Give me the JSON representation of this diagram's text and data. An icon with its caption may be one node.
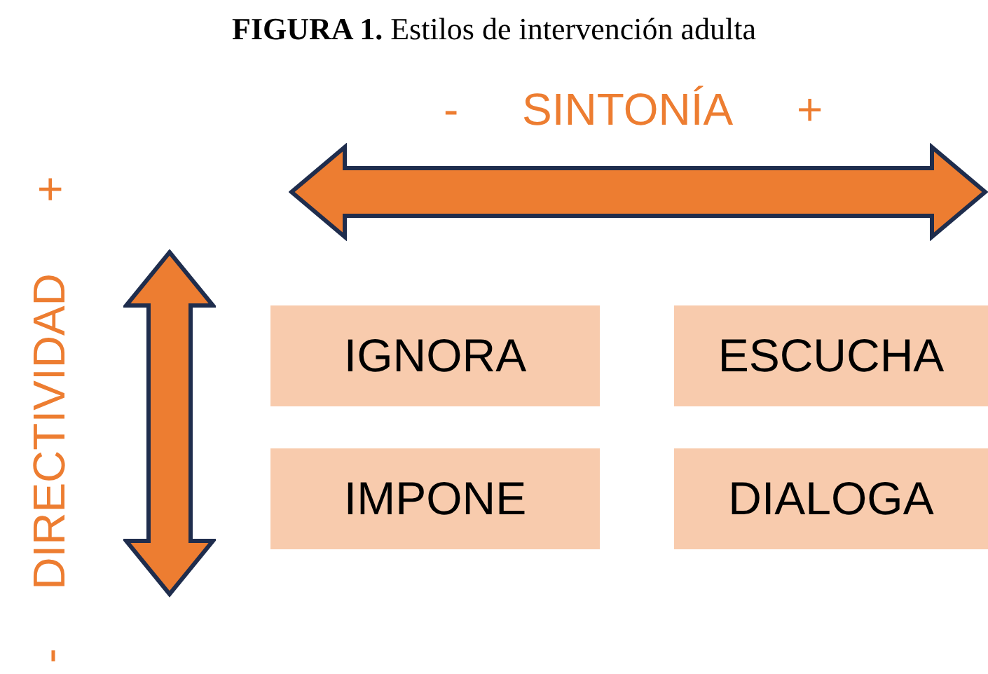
{
  "diagram": {
    "title": "**FIGURA 1.** Estilos de intervención adulta",
    "nodes": [
      {
        "text": [
          "IGNORA"
        ]
      },
      {
        "text": [
          "ESCUCHA"
        ]
      },
      {
        "text": [
          "IMPONE"
        ]
      },
      {
        "text": [
          "DIALOGA"
        ]
      }
    ],
    "labels": [
      "-",
      "SINTONÍA",
      "+",
      "+",
      "DIRECTIVIDAD",
      "-"
    ]
  }
}
